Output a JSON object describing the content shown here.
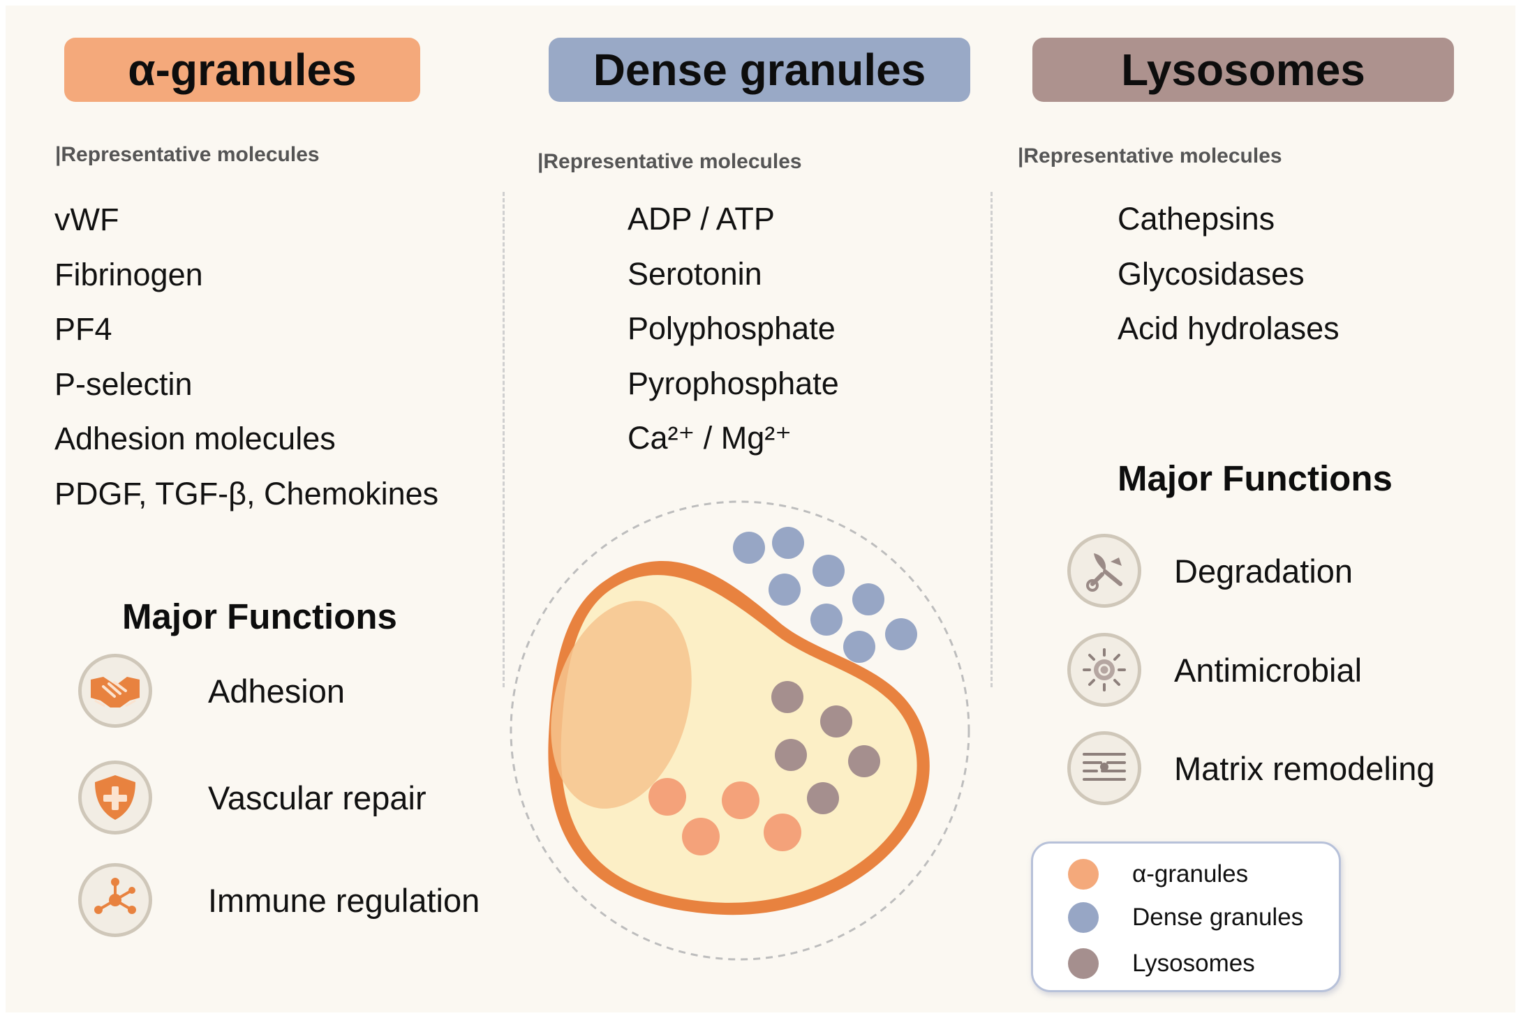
{
  "columns": {
    "alpha": {
      "title": "α-granules",
      "rep_label": "|Representative molecules",
      "molecules": [
        "vWF",
        "Fibrinogen",
        "PF4",
        "P-selectin",
        "Adhesion molecules",
        "PDGF, TGF-β, Chemokines"
      ],
      "functions_title": "Major Functions",
      "functions": [
        {
          "label": "Adhesion",
          "icon": "handshake-icon"
        },
        {
          "label": "Vascular repair",
          "icon": "shield-cross-icon"
        },
        {
          "label": "Immune regulation",
          "icon": "network-nodes-icon"
        }
      ],
      "color": "#f4a97b"
    },
    "dense": {
      "title": "Dense granules",
      "rep_label": "|Representative molecules",
      "molecules": [
        "ADP / ATP",
        "Serotonin",
        "Polyphosphate",
        "Pyrophosphate",
        "Ca²⁺ / Mg²⁺"
      ],
      "color": "#99a9c6"
    },
    "lysosomes": {
      "title": "Lysosomes",
      "rep_label": "|Representative molecules",
      "molecules": [
        "Cathepsins",
        "Glycosidases",
        "Acid hydrolases"
      ],
      "functions_title": "Major Functions",
      "functions": [
        {
          "label": "Degradation",
          "icon": "scissors-enzyme-icon"
        },
        {
          "label": "Antimicrobial",
          "icon": "microbe-icon"
        },
        {
          "label": "Matrix remodeling",
          "icon": "matrix-fibers-icon"
        }
      ],
      "color": "#ad928e"
    }
  },
  "legend": {
    "items": [
      {
        "label": "α-granules",
        "color": "#f4a97b"
      },
      {
        "label": "Dense granules",
        "color": "#97a6c5"
      },
      {
        "label": "Lysosomes",
        "color": "#a58f8e"
      }
    ]
  },
  "platelet_colors": {
    "membrane": "#e8823f",
    "cytoplasm": "#fcefc6",
    "nucleus_region": "#f6c48e",
    "alpha_granule": "#f4a27a",
    "dense_granule": "#97a6c5",
    "lysosome": "#a58f8e"
  }
}
